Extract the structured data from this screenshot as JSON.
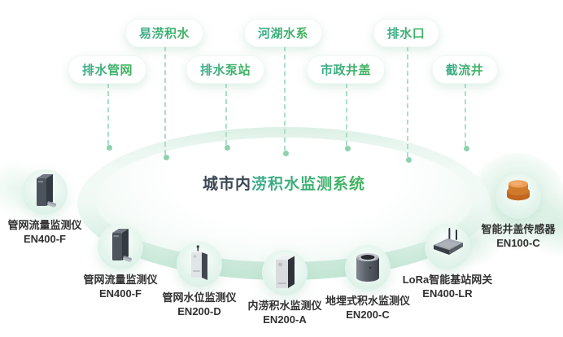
{
  "title": {
    "prefix": "城市内",
    "highlight": "涝积水监测系统",
    "full": "城市内涝积水监测系统"
  },
  "category_labels": [
    {
      "text": "易涝积水"
    },
    {
      "text": "河湖水系"
    },
    {
      "text": "排水口"
    },
    {
      "text": "排水管网"
    },
    {
      "text": "排水泵站"
    },
    {
      "text": "市政井盖"
    },
    {
      "text": "截流井"
    }
  ],
  "devices": [
    {
      "name": "管网流量监测仪",
      "model": "EN400-F",
      "icon": "pipe-flow-monitor-icon"
    },
    {
      "name": "管网流量监测仪",
      "model": "EN400-F",
      "icon": "pipe-flow-monitor-icon"
    },
    {
      "name": "管网水位监测仪",
      "model": "EN200-D",
      "icon": "pipe-level-monitor-icon"
    },
    {
      "name": "内涝积水监测仪",
      "model": "EN200-A",
      "icon": "waterlogging-monitor-icon"
    },
    {
      "name": "地埋式积水监测仪",
      "model": "EN200-C",
      "icon": "buried-water-monitor-icon"
    },
    {
      "name": "LoRa智能基站网关",
      "model": "EN400-LR",
      "icon": "lora-gateway-icon"
    },
    {
      "name": "智能井盖传感器",
      "model": "EN100-C",
      "icon": "manhole-cover-sensor-icon"
    }
  ],
  "colors": {
    "accent_green": "#3cb370",
    "accent_teal": "#3aab8c",
    "title_dark": "#3b4754",
    "dashed_line": "#abdfc7",
    "line_dot": "#8ed1af",
    "ellipse_ring": "#c2e5d3",
    "device_text": "#323232",
    "manhole_orange": "#d9822f"
  }
}
